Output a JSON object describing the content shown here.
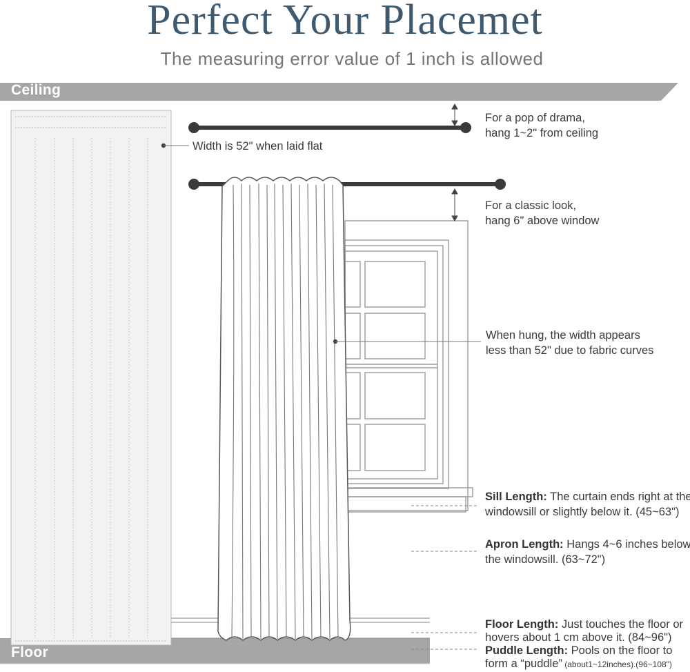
{
  "header": {
    "title": "Perfect Your Placemet",
    "subtitle": "The measuring error value of 1 inch is allowed"
  },
  "bands": {
    "ceiling": "Ceiling",
    "floor": "Floor"
  },
  "annotations": {
    "flat_width": "Width is 52\" when laid flat",
    "pop_drama_line1": "For a pop of drama,",
    "pop_drama_line2": "hang 1~2\" from ceiling",
    "classic_line1": "For a classic look,",
    "classic_line2": "hang 6\" above window",
    "hung_width_line1": "When hung, the width appears",
    "hung_width_line2": "less than 52\" due to fabric curves"
  },
  "lengths": {
    "sill": {
      "label": "Sill Length:",
      "line1": " The curtain ends right at the",
      "line2": "windowsill or slightly below it. (45~63\")"
    },
    "apron": {
      "label": "Apron Length:",
      "line1": " Hangs 4~6 inches below",
      "line2": "the windowsill. (63~72\")"
    },
    "floor": {
      "label": "Floor Length:",
      "line1": " Just touches the floor or",
      "line2": "hovers about 1 cm above it. (84~96\")"
    },
    "puddle": {
      "label": "Puddle Length:",
      "line1": " Pools on the floor to",
      "line2a": "form a “puddle”",
      "line2b": " (about1~12inches).(96~108\")"
    }
  },
  "colors": {
    "title": "#3f5a6e",
    "band": "#a6a6a6",
    "rod": "#3a3a3a",
    "outline": "#888888"
  }
}
